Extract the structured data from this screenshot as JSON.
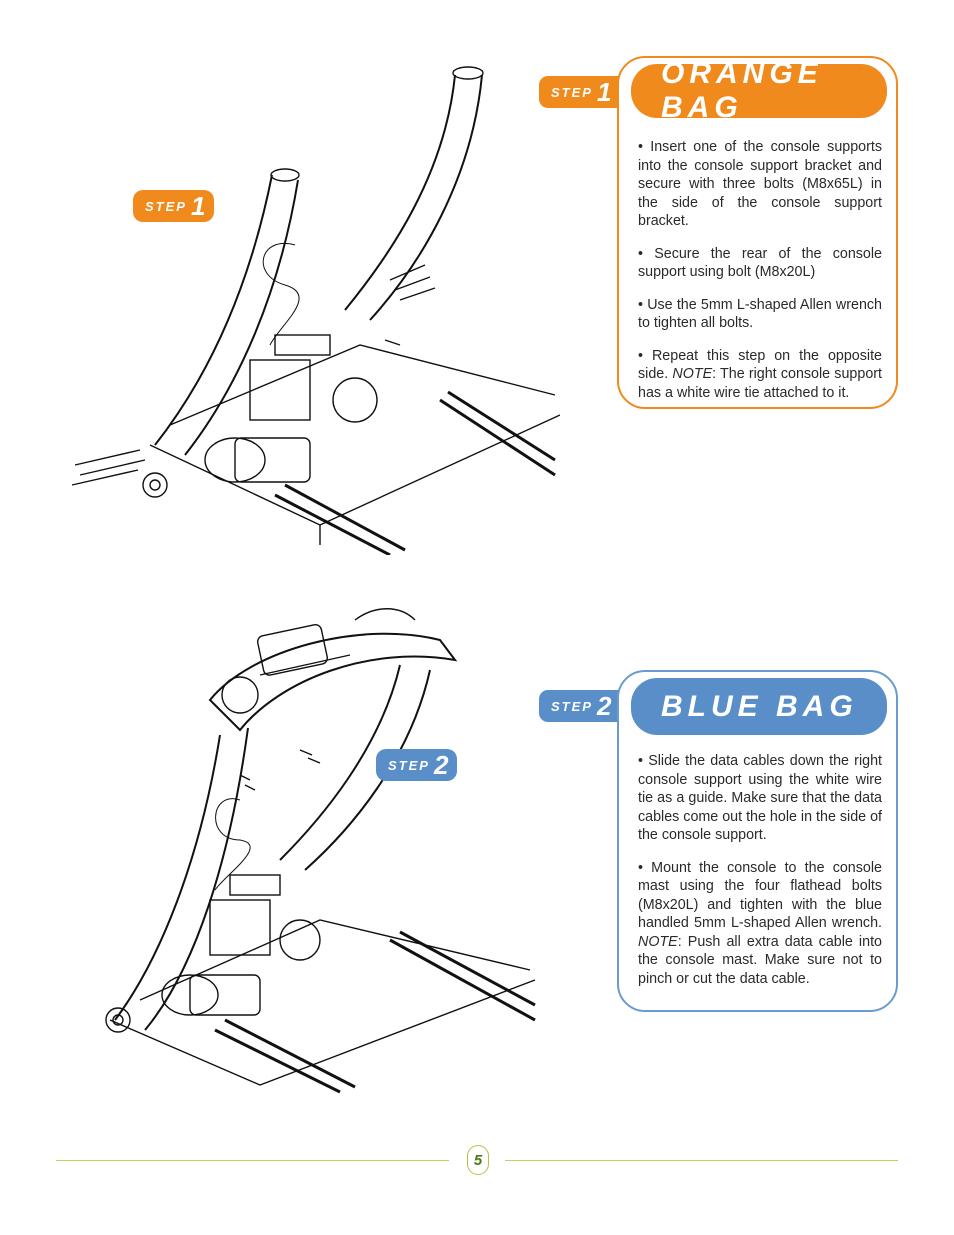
{
  "step1": {
    "badge_word": "STEP",
    "badge_number": "1",
    "banner_title": "ORANGE BAG",
    "paragraphs": [
      "• Insert one of the console supports into the console support bracket and secure with three bolts (M8x65L) in the side of the console support bracket.",
      "• Secure the rear of the console support using bolt (M8x20L)",
      "• Use the 5mm L-shaped Allen wrench to tighten all bolts."
    ],
    "last_paragraph": {
      "before": "• Repeat this step on the opposite side. ",
      "note_label": "NOTE",
      "after": ": The right console support has a white wire tie attached to it."
    },
    "accent_color": "#f08a1d"
  },
  "step2": {
    "badge_word": "STEP",
    "badge_number": "2",
    "banner_title": "BLUE BAG",
    "paragraphs": [
      "• Slide the data cables down the right console support using the white wire tie as a guide. Make sure that the data cables come out the hole in the side of the console support."
    ],
    "last_paragraph": {
      "before": "• Mount the console to the console mast using the four flathead bolts (M8x20L) and tighten with the blue handled 5mm L-shaped Allen wrench. ",
      "note_label": "NOTE",
      "after": ": Push all extra data cable into the console mast. Make sure not to pinch or cut the data cable."
    },
    "accent_color": "#5a8ec9"
  },
  "footer": {
    "page_number": "5"
  }
}
